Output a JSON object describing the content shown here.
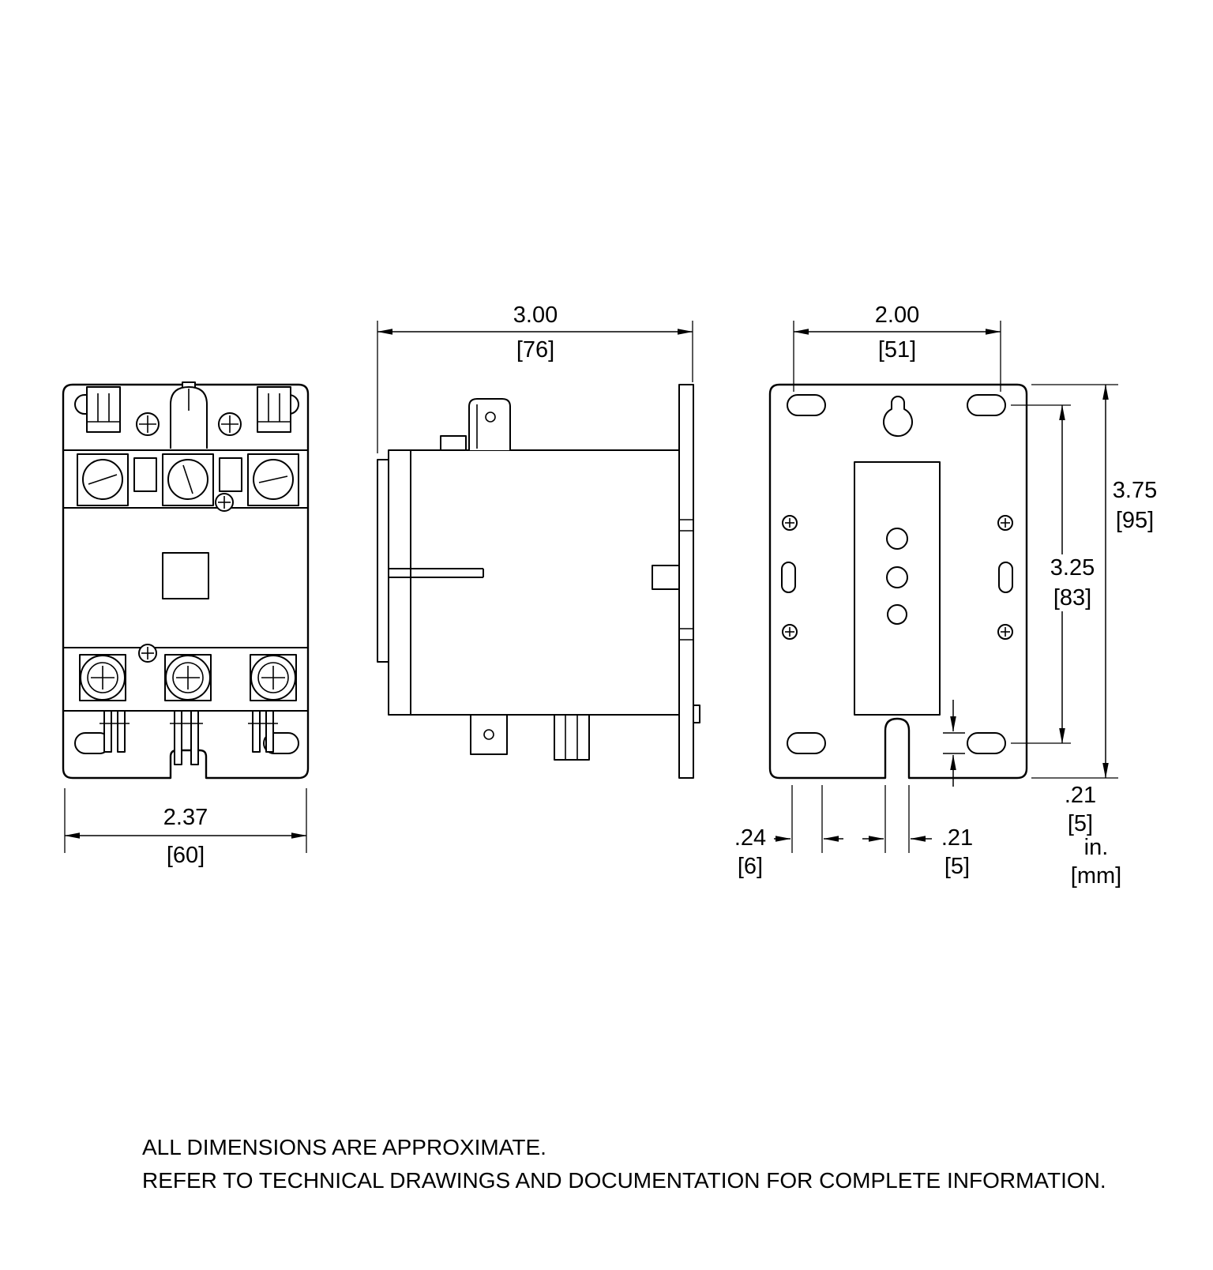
{
  "drawing": {
    "front_view": {
      "width": {
        "in": "2.37",
        "mm": "[60]"
      }
    },
    "side_view": {
      "depth": {
        "in": "3.00",
        "mm": "[76]"
      }
    },
    "back_view": {
      "mount_width": {
        "in": "2.00",
        "mm": "[51]"
      },
      "overall_height": {
        "in": "3.75",
        "mm": "[95]"
      },
      "mount_height": {
        "in": "3.25",
        "mm": "[83]"
      },
      "slot_height": {
        "in": ".21",
        "mm": "[5]"
      },
      "slot_width": {
        "in": ".24",
        "mm": "[6]"
      },
      "notch_width": {
        "in": ".21",
        "mm": "[5]"
      }
    },
    "units": {
      "primary": "in.",
      "secondary": "[mm]"
    },
    "notes": [
      "ALL DIMENSIONS ARE APPROXIMATE.",
      "REFER TO TECHNICAL DRAWINGS AND DOCUMENTATION FOR COMPLETE INFORMATION."
    ]
  }
}
